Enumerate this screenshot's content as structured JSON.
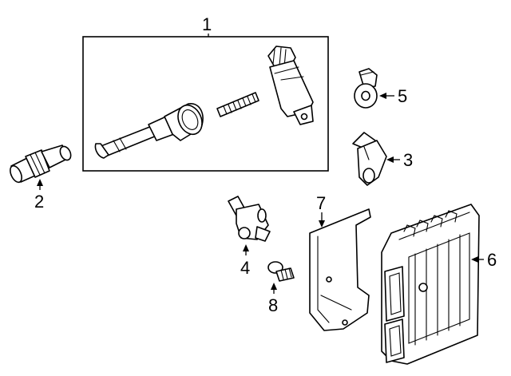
{
  "callouts": [
    {
      "id": "1",
      "label": "1",
      "part": "ignition-coil-kit"
    },
    {
      "id": "2",
      "label": "2",
      "part": "sensor"
    },
    {
      "id": "3",
      "label": "3",
      "part": "sensor"
    },
    {
      "id": "4",
      "label": "4",
      "part": "sensor"
    },
    {
      "id": "5",
      "label": "5",
      "part": "knock-sensor"
    },
    {
      "id": "6",
      "label": "6",
      "part": "engine-control-module"
    },
    {
      "id": "7",
      "label": "7",
      "part": "bracket"
    },
    {
      "id": "8",
      "label": "8",
      "part": "bolt"
    }
  ],
  "colors": {
    "line": "#000000",
    "background": "#ffffff"
  }
}
